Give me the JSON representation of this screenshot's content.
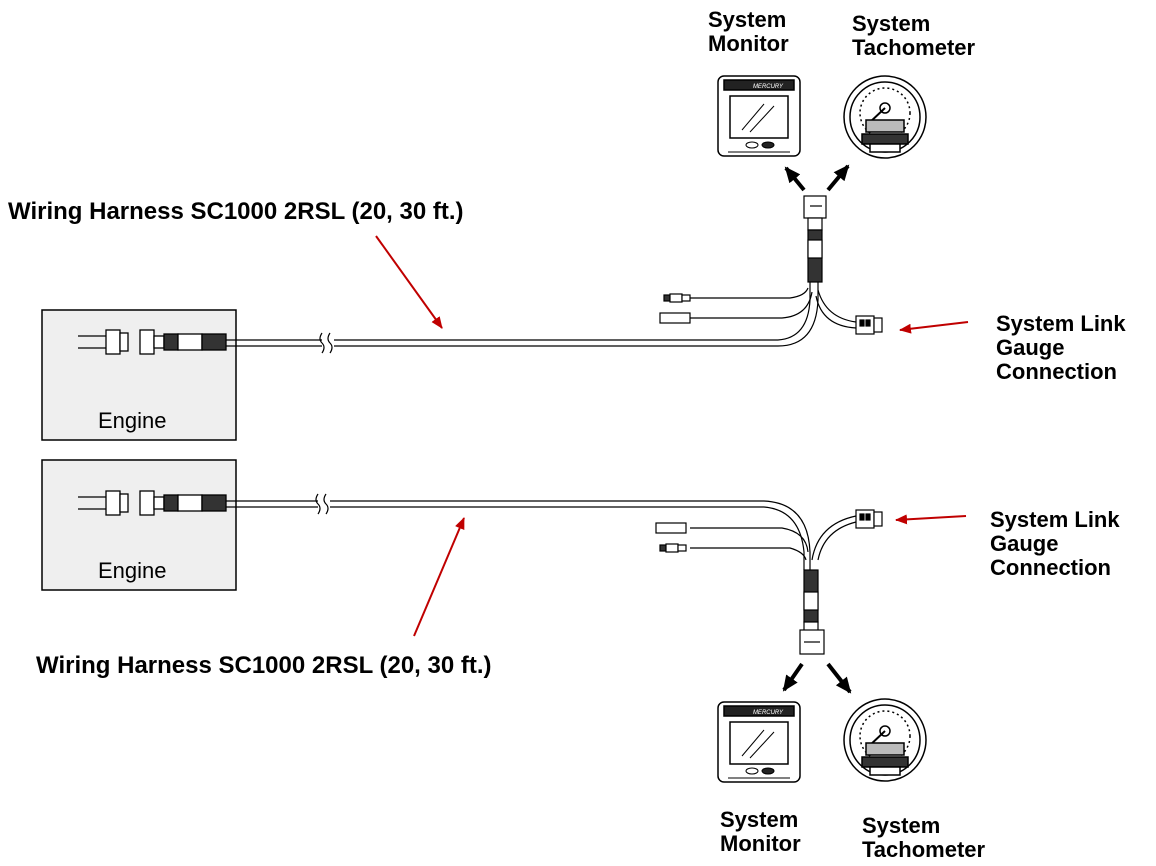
{
  "top": {
    "harness_label": "Wiring Harness SC1000 2RSL (20, 30 ft.)",
    "engine_label": "Engine",
    "monitor_label": [
      "System",
      "Monitor"
    ],
    "tach_label": [
      "System",
      "Tachometer"
    ],
    "gauge_label": [
      "System Link",
      "Gauge",
      "Connection"
    ],
    "brand": "MERCURY"
  },
  "bottom": {
    "harness_label": "Wiring Harness SC1000 2RSL (20, 30 ft.)",
    "engine_label": "Engine",
    "monitor_label": [
      "System",
      "Monitor"
    ],
    "tach_label": [
      "System",
      "Tachometer"
    ],
    "gauge_label": [
      "System Link",
      "Gauge",
      "Connection"
    ],
    "brand": "MERCURY"
  },
  "colors": {
    "arrow_red": "#c00000",
    "engine_fill": "#efefef",
    "connector_dark": "#333333"
  }
}
